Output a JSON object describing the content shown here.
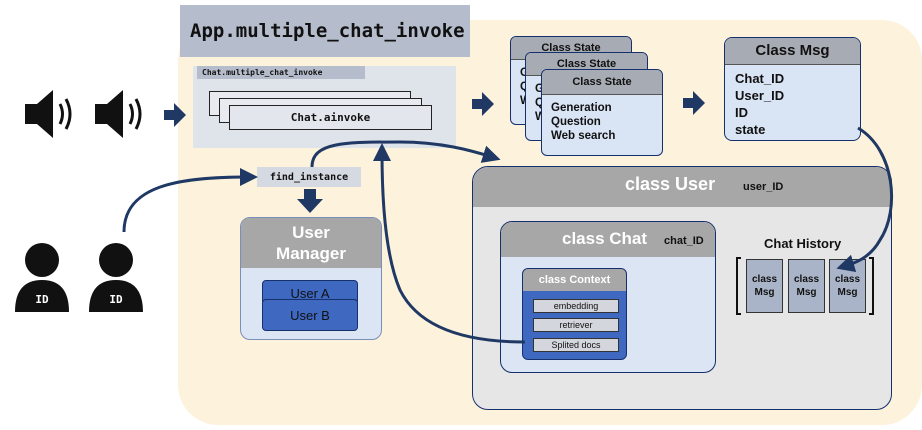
{
  "app_title": "App.multiple_chat_invoke",
  "chat_multi_label": "Chat.multiple_chat_invoke",
  "ainvoke_label": "Chat.ainvoke",
  "find_instance_label": "find_instance",
  "user_manager": {
    "title_line1": "User",
    "title_line2": "Manager",
    "users": [
      "User A",
      "User B"
    ]
  },
  "user_badge": "ID",
  "class_state": {
    "title": "Class State",
    "fields": [
      "Generation",
      "Question",
      "Web search"
    ],
    "back_field_initials": [
      "G",
      "Q",
      "W"
    ]
  },
  "class_msg": {
    "title": "Class Msg",
    "fields": [
      "Chat_ID",
      "User_ID",
      "ID",
      "state"
    ]
  },
  "class_user": {
    "title": "class User",
    "sub": "user_ID"
  },
  "class_chat": {
    "title": "class Chat",
    "sub": "chat_ID"
  },
  "class_context": {
    "title": "class Context",
    "items": [
      "embedding",
      "retriever",
      "Splited docs"
    ]
  },
  "chat_history": {
    "title": "Chat History",
    "msgs": [
      [
        "class",
        "Msg"
      ],
      [
        "class",
        "Msg"
      ],
      [
        "class",
        "Msg"
      ]
    ]
  },
  "colors": {
    "cream_bg": "#fdf3dc",
    "navy": "#1f3864",
    "chip_blue": "#3f68c1",
    "panel_blue": "#d9e4f5",
    "header_gray": "#a7a7a7"
  }
}
